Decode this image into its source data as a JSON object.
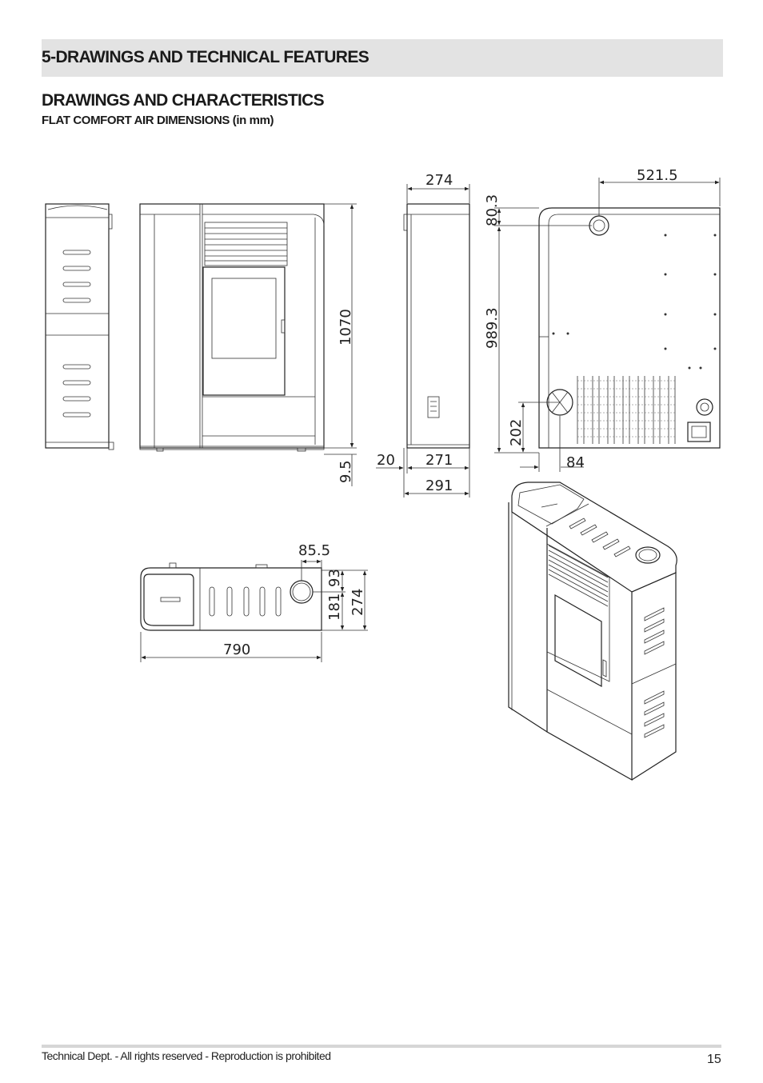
{
  "section": {
    "title": "5-DRAWINGS AND TECHNICAL FEATURES"
  },
  "heading": "DRAWINGS AND CHARACTERISTICS",
  "subheading": "FLAT COMFORT AIR DIMENSIONS  (in mm)",
  "dimensions": {
    "front_height": "1070",
    "feet_height": "9.5",
    "side_top_depth": "274",
    "side_offset": "20",
    "side_depth": "271",
    "side_total_depth": "291",
    "rear_flue_offset": "521.5",
    "rear_flue_top": "80.3",
    "rear_flue_height": "989.3",
    "rear_air_height": "202",
    "rear_air_offset": "84",
    "top_flue_offset": "85.5",
    "top_flue_depth": "93",
    "top_flue_center": "181",
    "top_depth": "274",
    "top_width": "790"
  },
  "footer": {
    "text": "Technical Dept. - All rights reserved - Reproduction is prohibited",
    "page": "15"
  }
}
